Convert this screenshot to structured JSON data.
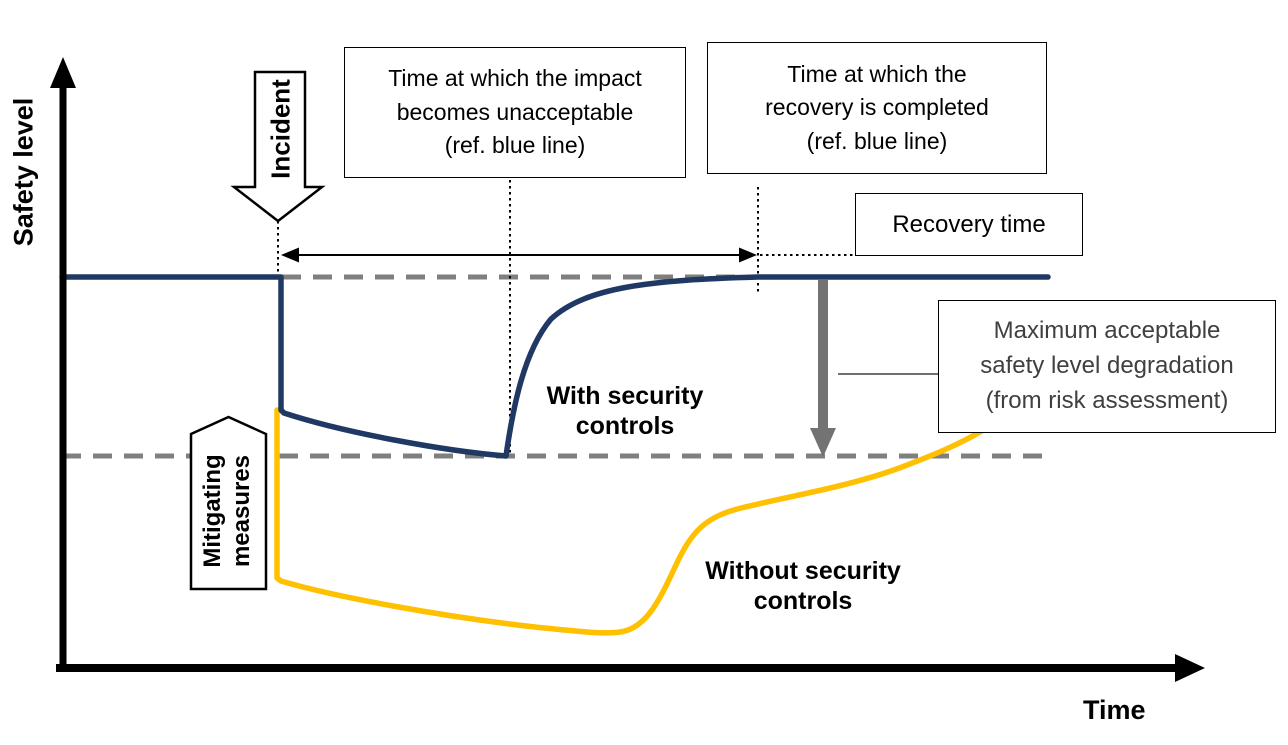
{
  "diagram": {
    "axes": {
      "y_label": "Safety level",
      "x_label": "Time"
    },
    "incident": {
      "label": "Incident"
    },
    "mitigating": {
      "label": "Mitigating\nmeasures"
    },
    "boxes": {
      "impact_unacceptable": "Time at which the impact\nbecomes unacceptable\n(ref. blue line)",
      "recovery_completed": "Time at which the\nrecovery is completed\n(ref. blue line)",
      "recovery_time": "Recovery time",
      "max_degradation": "Maximum acceptable\nsafety level degradation\n(from risk assessment)"
    },
    "series": [
      {
        "name": "With security controls",
        "label": "With security\ncontrols",
        "color": "#1f3864"
      },
      {
        "name": "Without security controls",
        "label": "Without security\ncontrols",
        "color": "#ffc000"
      }
    ],
    "guides": {
      "nominal_safety_level_line": "dashed gray (top)",
      "max_degradation_line": "dashed gray (bottom)"
    },
    "colors": {
      "with_controls_blue": "#1f3864",
      "without_controls_yellow": "#ffc000",
      "dashed_gray": "#7f7f7f",
      "degradation_arrow_gray": "#737373",
      "max_box_text_gray": "#404040",
      "black": "#000000"
    }
  }
}
